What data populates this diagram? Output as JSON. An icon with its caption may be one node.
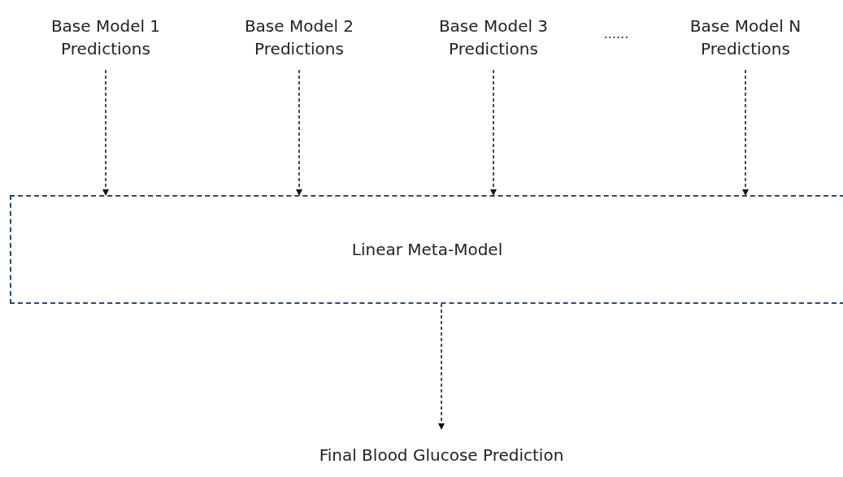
{
  "diagram": {
    "nodes": [
      {
        "text": [
          "Base Model 1 Predictions"
        ]
      },
      {
        "text": [
          "Base Model 2 Predictions"
        ]
      },
      {
        "text": [
          "Base Model 3 Predictions"
        ]
      },
      {
        "text": [
          "Base Model N Predictions"
        ]
      },
      {
        "text": [
          "Linear Meta-Model"
        ]
      },
      {
        "text": [
          "Final Blood Glucose Prediction"
        ]
      }
    ],
    "edges": [
      {
        "from": 0,
        "to": 4,
        "arrow": "to",
        "style": "dashed"
      },
      {
        "from": 1,
        "to": 4,
        "arrow": "to",
        "style": "dashed"
      },
      {
        "from": 2,
        "to": 4,
        "arrow": "to",
        "style": "dashed"
      },
      {
        "from": 3,
        "to": 4,
        "arrow": "to",
        "style": "dashed"
      },
      {
        "from": 4,
        "to": 5,
        "arrow": "to",
        "style": "dashed"
      }
    ],
    "labels": [
      "......"
    ]
  }
}
